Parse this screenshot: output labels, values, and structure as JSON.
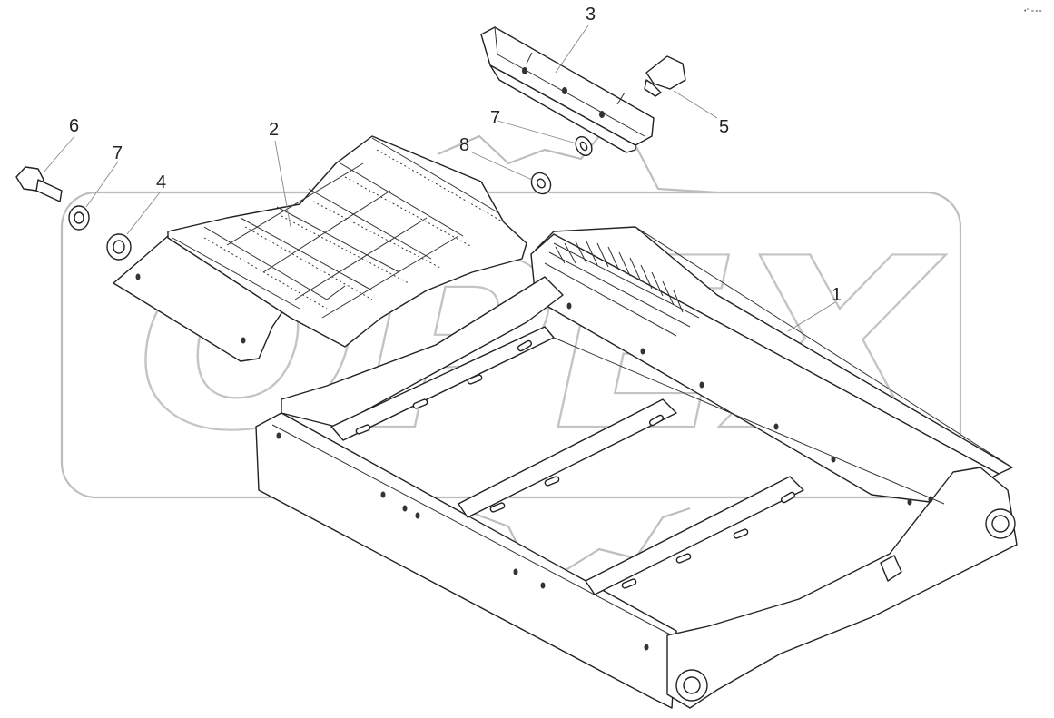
{
  "callouts": {
    "c1": "1",
    "c2": "2",
    "c3": "3",
    "c4": "4",
    "c5": "5",
    "c6": "6",
    "c7a": "7",
    "c7b": "7",
    "c8": "8"
  },
  "corner_mark": "•° ∘∘∘",
  "watermark": {
    "text": "OPEX",
    "color": "#bdbdbd"
  },
  "colors": {
    "line": "#222222",
    "leader": "#888888",
    "background": "#ffffff"
  }
}
